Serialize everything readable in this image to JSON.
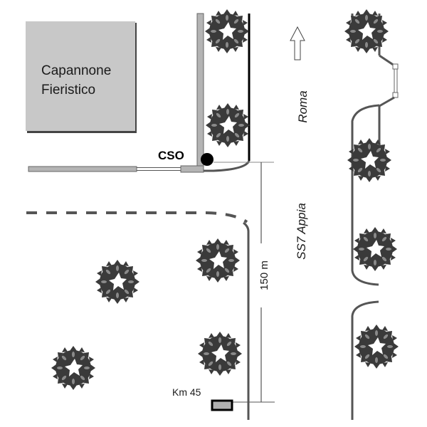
{
  "map": {
    "building": {
      "label_line1": "Capannone",
      "label_line2": "Fieristico"
    },
    "outfall": {
      "label": "CSO"
    },
    "road": {
      "name_part1": "Roma",
      "name_part2": "SS7 Appia"
    },
    "distance": {
      "label": "150 m"
    },
    "milestone": {
      "label": "Km 45"
    },
    "north_arrow": {
      "icon": "arrow-up-icon",
      "direction": "north"
    },
    "colors": {
      "building_fill": "#c8c8c8",
      "building_shadow": "#444444",
      "road_edge": "#4a4a4a",
      "wall": "#b4b4b4",
      "tree": "#3a3a3a",
      "tree_highlight": "#8a8a8a",
      "outfall_point": "#000000"
    },
    "trees": {
      "count": 10,
      "icon": "tree-icon"
    }
  }
}
